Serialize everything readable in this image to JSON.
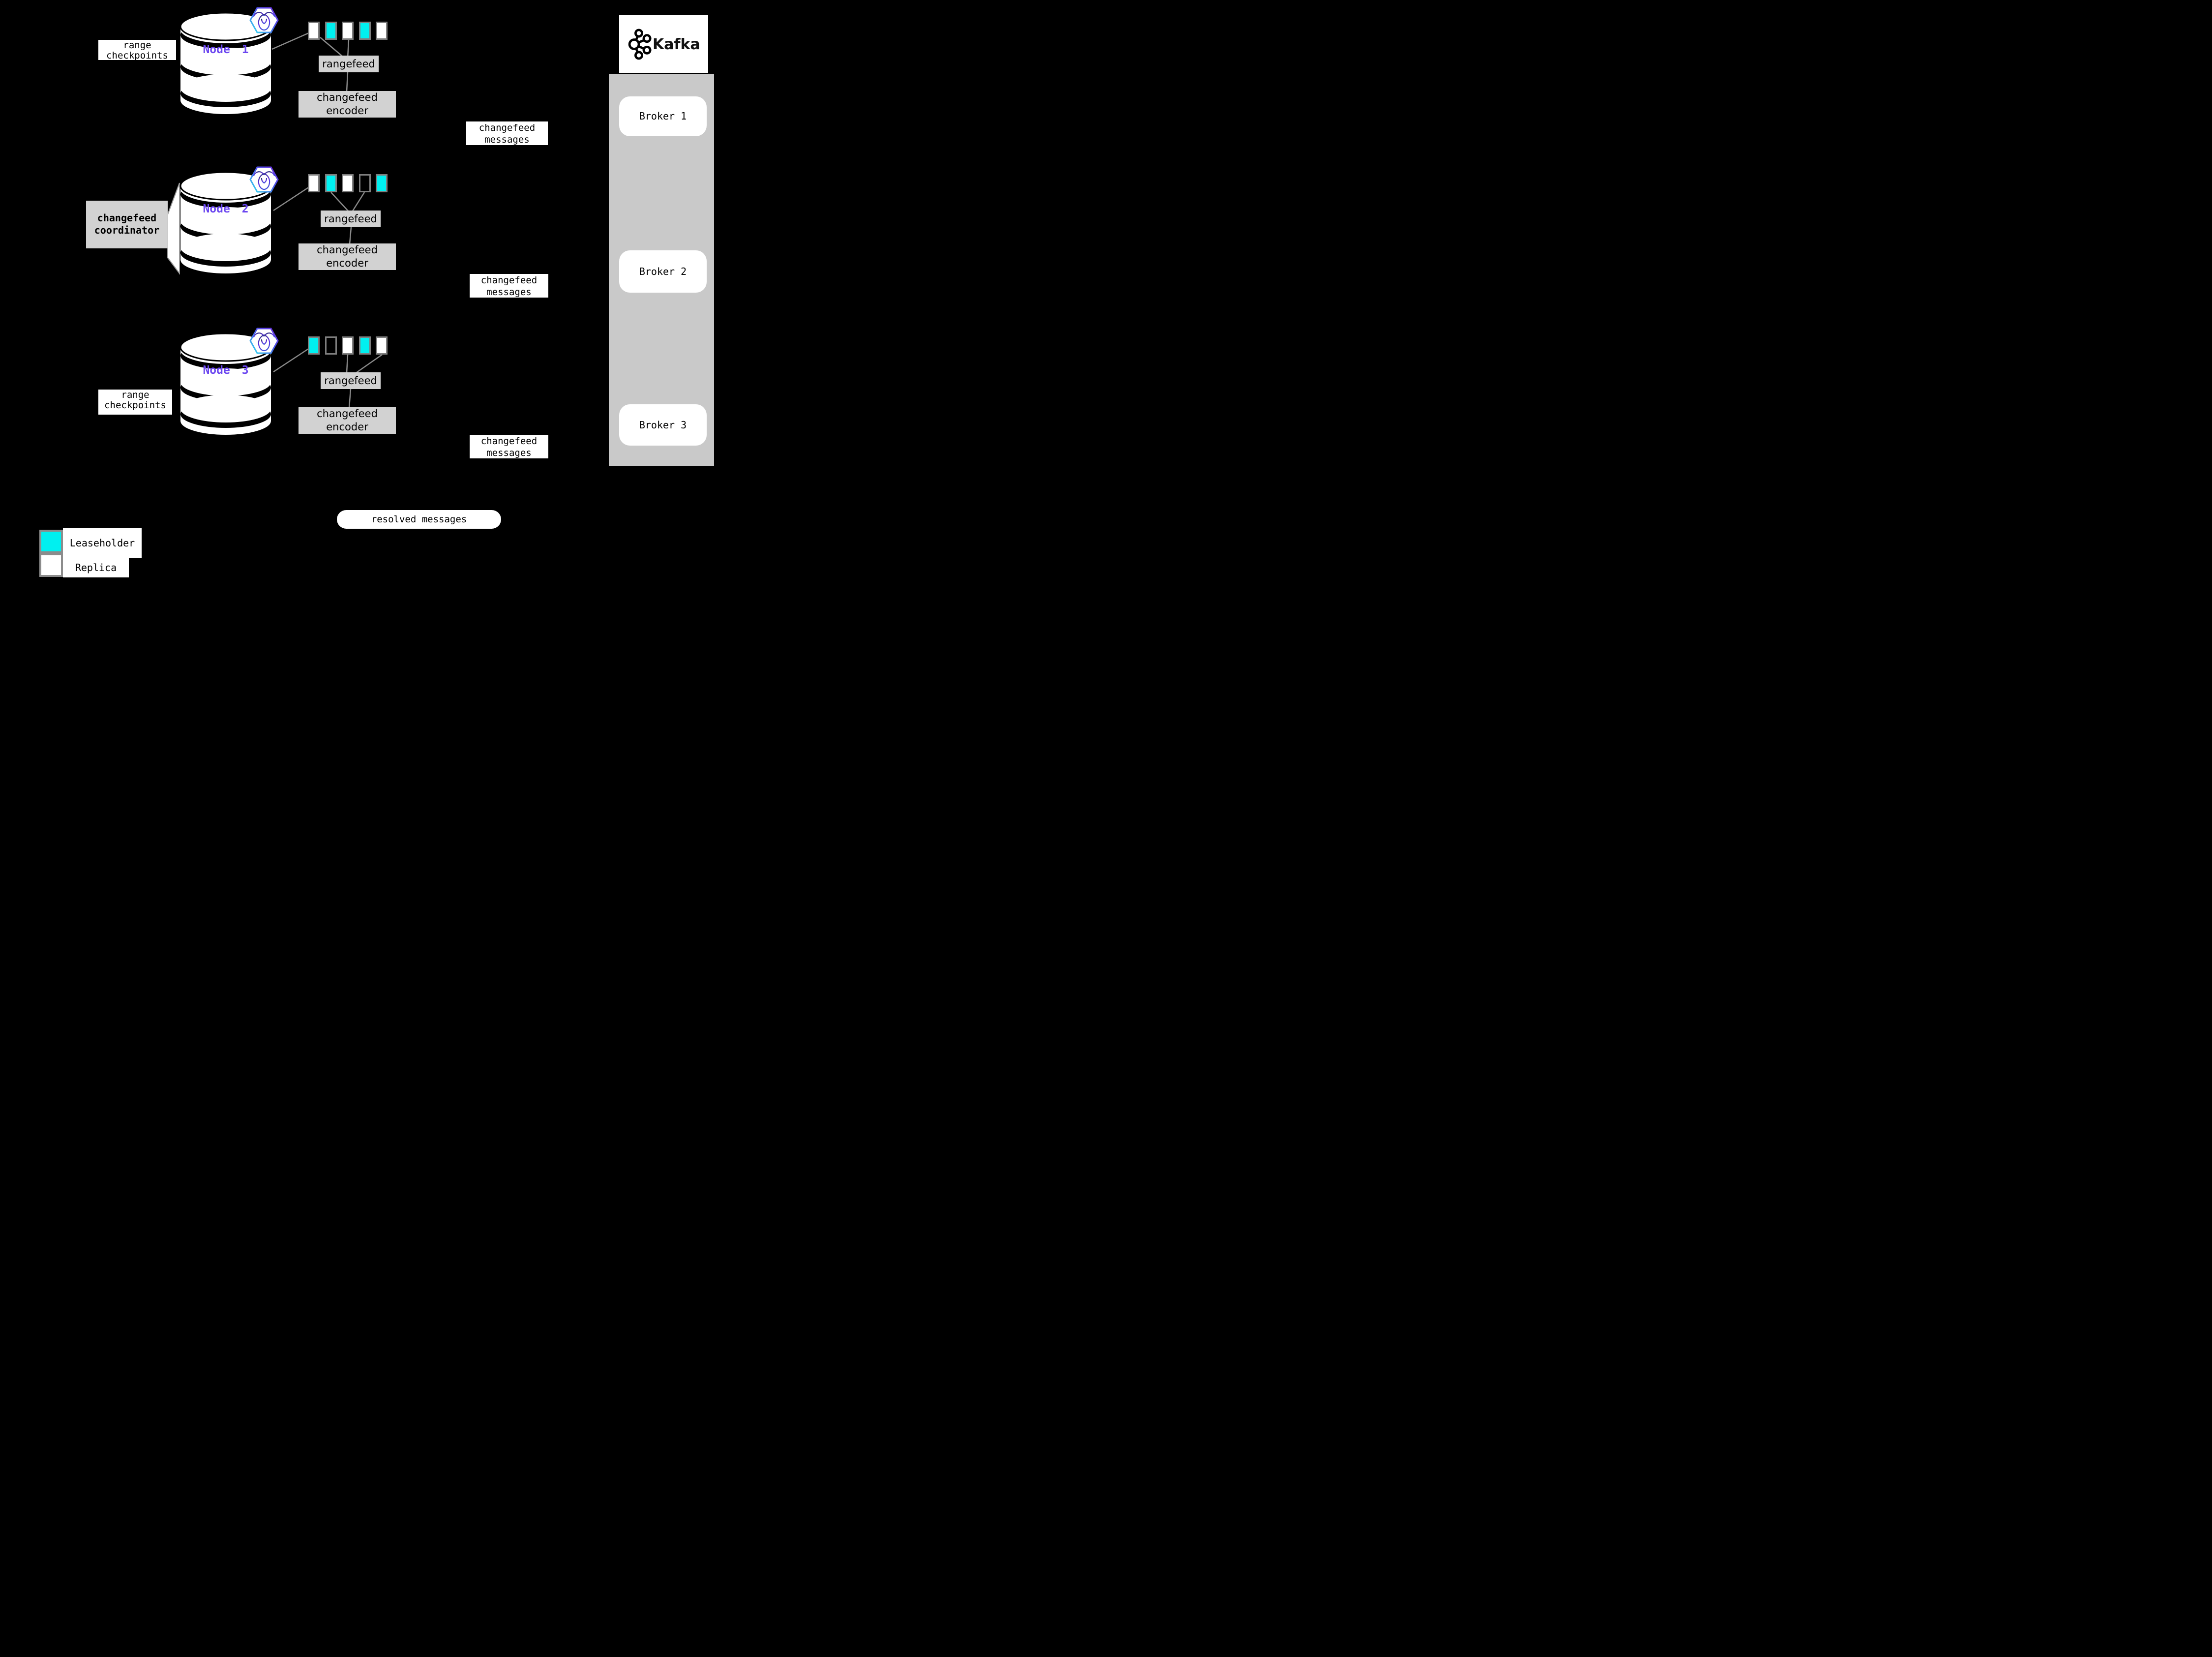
{
  "colors": {
    "background": "#000000",
    "leaseholder": "#00f0f0",
    "replica": "#ffffff",
    "process_box_gray": "#d2d2d2",
    "kafka_column_gray": "#c9c9c9",
    "connector_gray": "#8a8a8a",
    "node_label_purple": "#6b46f0"
  },
  "labels": {
    "range_checkpoints": "range checkpoints",
    "changefeed_coordinator": "changefeed coordinator",
    "rangefeed": "rangefeed",
    "changefeed_encoder": "changefeed encoder",
    "changefeed_messages": "changefeed messages",
    "resolved_messages": "resolved messages"
  },
  "nodes": [
    {
      "name": "Node 1",
      "ranges": [
        "replica",
        "leaseholder",
        "replica",
        "leaseholder",
        "replica"
      ]
    },
    {
      "name": "Node 2",
      "ranges": [
        "replica",
        "leaseholder",
        "replica",
        "none",
        "leaseholder"
      ]
    },
    {
      "name": "Node 3",
      "ranges": [
        "leaseholder",
        "none",
        "replica",
        "leaseholder",
        "replica"
      ]
    }
  ],
  "kafka": {
    "brand": "Kafka",
    "brokers": [
      "Broker 1",
      "Broker 2",
      "Broker 3"
    ]
  },
  "legend": {
    "leaseholder_label": "Leaseholder",
    "replica_label": "Replica"
  }
}
